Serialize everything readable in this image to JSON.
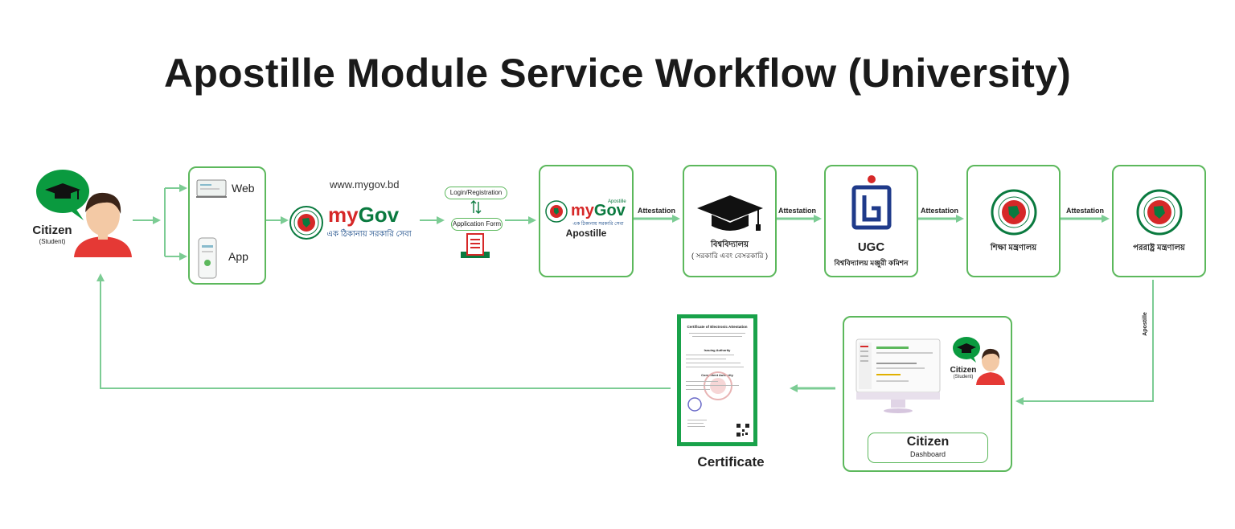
{
  "title": "Apostille Module Service Workflow (University)",
  "citizen": {
    "name": "Citizen",
    "role": "(Student)"
  },
  "channels": {
    "web": "Web",
    "app": "App"
  },
  "mygov": {
    "url": "www.mygov.bd",
    "brand_my": "my",
    "brand_gov": "Gov",
    "tagline": "এক ঠিকানায় সরকারি সেবা"
  },
  "form": {
    "login": "Login/Registration",
    "application": "Application Form"
  },
  "apostille_box": {
    "brand_my": "my",
    "brand_gov": "Gov",
    "superscript": "Apostille",
    "tagline": "এক ঠিকানায় সরকারি সেবা",
    "label": "Apostille"
  },
  "attestation_label": "Attestation",
  "university": {
    "line1": "বিশ্ববিদ্যালয়",
    "line2": "( সরকারি এবং বেসরকারি )"
  },
  "ugc": {
    "abbr": "UGC",
    "name": "বিশ্ববিদ্যালয় মঞ্জুরী কমিশন"
  },
  "education_ministry": "শিক্ষা মন্ত্রণালয়",
  "foreign_ministry": "পররাষ্ট্র মন্ত্রণালয়",
  "apostille_vertical": "Apostille",
  "dashboard": {
    "citizen": "Citizen",
    "role": "(Student)",
    "button_title": "Citizen",
    "button_sub": "Dashboard"
  },
  "certificate": {
    "label": "Certificate",
    "doc_title": "Certificate of Electronic Attestation",
    "issuing": "Issuing Authority",
    "competent": "Competent Authority"
  },
  "colors": {
    "accent_green": "#5cb85c",
    "dark_green": "#0a7a3f",
    "brand_red": "#d62828",
    "arrow_green": "#7ccc94"
  },
  "icons": {
    "citizen": "citizen-avatar-icon",
    "graduation": "graduation-cap-icon",
    "seal": "bangladesh-govt-seal-icon",
    "ugc": "ugc-logo-icon",
    "monitor": "computer-monitor-icon"
  }
}
